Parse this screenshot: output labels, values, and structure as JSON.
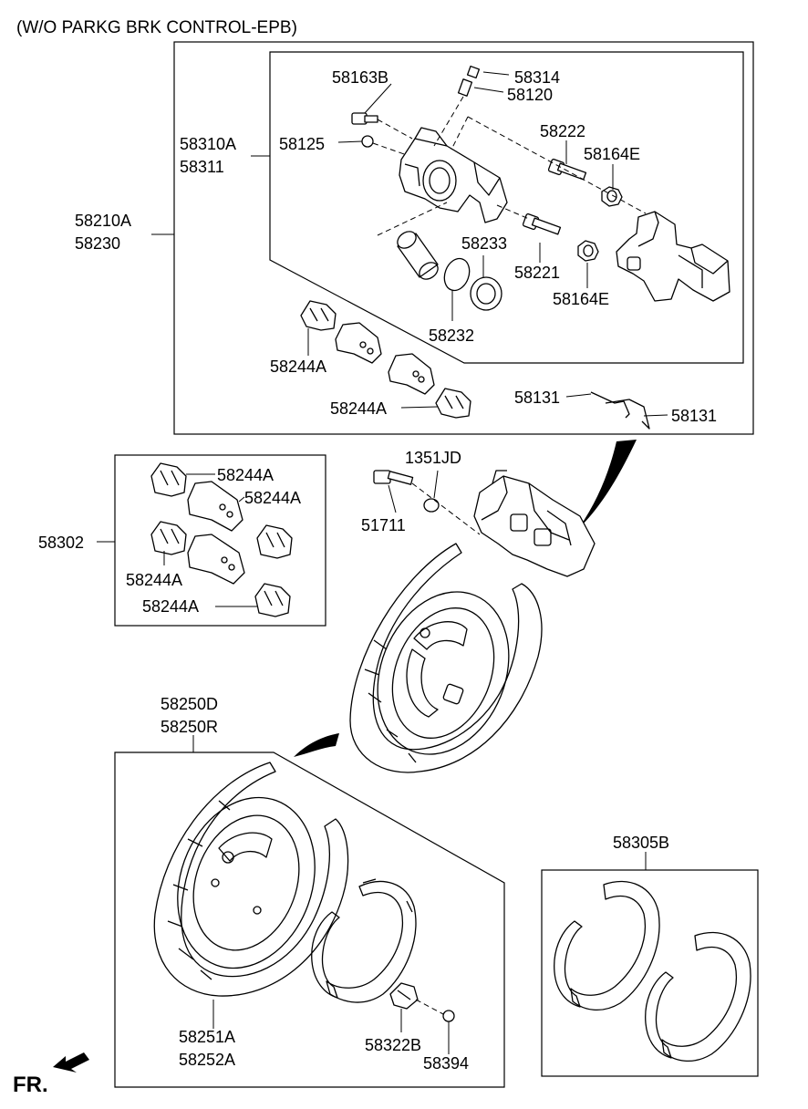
{
  "header": {
    "title": "(W/O PARKG BRK CONTROL-EPB)"
  },
  "footer": {
    "direction_label": "FR."
  },
  "part_labels": {
    "p58163B": "58163B",
    "p58314": "58314",
    "p58120": "58120",
    "p58310A": "58310A",
    "p58311": "58311",
    "p58125": "58125",
    "p58222": "58222",
    "p58164E_a": "58164E",
    "p58210A": "58210A",
    "p58230": "58230",
    "p58233": "58233",
    "p58221": "58221",
    "p58164E_b": "58164E",
    "p58232": "58232",
    "p58244A_a": "58244A",
    "p58244A_b": "58244A",
    "p58131_a": "58131",
    "p58131_b": "58131",
    "p1351JD": "1351JD",
    "p51711": "51711",
    "p58302": "58302",
    "p58244A_c": "58244A",
    "p58244A_d": "58244A",
    "p58244A_e": "58244A",
    "p58244A_f": "58244A",
    "p58250D": "58250D",
    "p58250R": "58250R",
    "p58305B": "58305B",
    "p58251A": "58251A",
    "p58252A": "58252A",
    "p58322B": "58322B",
    "p58394": "58394"
  },
  "icons": {
    "direction_arrow": "arrow-left-down-icon"
  }
}
